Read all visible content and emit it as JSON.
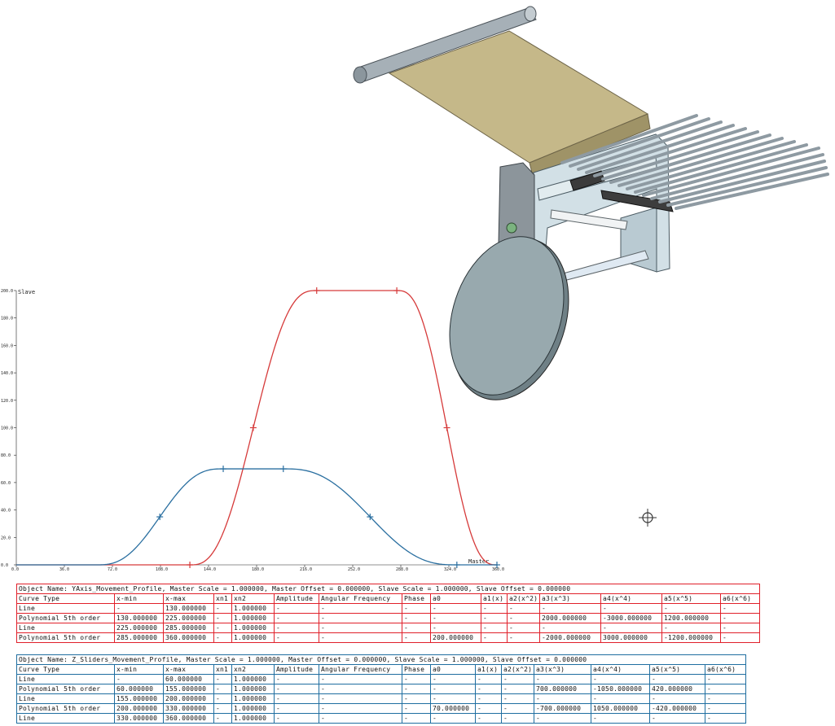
{
  "colors": {
    "red_profile": "#d63a3a",
    "blue_profile": "#2a6fa0",
    "red_table": "#e0202a",
    "blue_table": "#1f6ea0",
    "model_shaft": "#8e9aa2",
    "model_plate": "#c7bb8a"
  },
  "chart_data": {
    "type": "line",
    "ylabel": "Slave",
    "xlabel": "Master",
    "xlim": [
      0,
      360
    ],
    "ylim": [
      0,
      200
    ],
    "x_ticks": [
      "0.0",
      "36.0",
      "72.0",
      "108.0",
      "144.0",
      "180.0",
      "216.0",
      "252.0",
      "288.0",
      "324.0",
      "360.0"
    ],
    "y_ticks": [
      "0.0",
      "20.0",
      "40.0",
      "60.0",
      "80.0",
      "100.0",
      "120.0",
      "140.0",
      "160.0",
      "180.0",
      "200.0"
    ],
    "series": [
      {
        "name": "YAxis_Movement_Profile",
        "color": "#d63a3a",
        "segments": [
          {
            "kind": "line",
            "x0": 0,
            "x1": 130,
            "y0": 0,
            "y1": 0
          },
          {
            "kind": "poly5",
            "x0": 130,
            "x1": 225,
            "y0": 0,
            "y1": 200
          },
          {
            "kind": "line",
            "x0": 225,
            "x1": 285,
            "y0": 200,
            "y1": 200
          },
          {
            "kind": "poly5",
            "x0": 285,
            "x1": 360,
            "y0": 200,
            "y1": 0
          }
        ],
        "markers": [
          [
            130,
            0
          ],
          [
            177.5,
            100
          ],
          [
            225,
            200
          ],
          [
            285,
            200
          ],
          [
            322.5,
            100
          ]
        ]
      },
      {
        "name": "Z_Sliders_Movement_Profile",
        "color": "#2a6fa0",
        "segments": [
          {
            "kind": "line",
            "x0": 0,
            "x1": 60,
            "y0": 0,
            "y1": 0
          },
          {
            "kind": "poly5",
            "x0": 60,
            "x1": 155,
            "y0": 0,
            "y1": 70
          },
          {
            "kind": "line",
            "x0": 155,
            "x1": 200,
            "y0": 70,
            "y1": 70
          },
          {
            "kind": "poly5",
            "x0": 200,
            "x1": 330,
            "y0": 70,
            "y1": 0
          },
          {
            "kind": "line",
            "x0": 330,
            "x1": 360,
            "y0": 0,
            "y1": 0
          }
        ],
        "markers": [
          [
            107.5,
            35
          ],
          [
            155,
            70
          ],
          [
            200,
            70
          ],
          [
            265,
            35
          ],
          [
            330,
            0
          ],
          [
            360,
            0
          ]
        ]
      }
    ]
  },
  "tables": [
    {
      "title": "Object Name: YAxis_Movement_Profile, Master Scale = 1.000000, Master Offset = 0.000000, Slave Scale = 1.000000, Slave Offset = 0.000000",
      "headers": [
        "Curve Type",
        "x-min",
        "x-max",
        "xn1",
        "xn2",
        "Amplitude",
        "Angular Frequency",
        "Phase",
        "a0",
        "a1(x)",
        "a2(x^2)",
        "a3(x^3)",
        "a4(x^4)",
        "a5(x^5)",
        "a6(x^6)"
      ],
      "rows": [
        [
          "Line",
          "-",
          "130.000000",
          "-",
          "1.000000",
          "-",
          "-",
          "-",
          "-",
          "-",
          "-",
          "-",
          "-",
          "-",
          "-"
        ],
        [
          "Polynomial 5th order",
          "130.000000",
          "225.000000",
          "-",
          "1.000000",
          "-",
          "-",
          "-",
          "-",
          "-",
          "-",
          "2000.000000",
          "-3000.000000",
          "1200.000000",
          "-"
        ],
        [
          "Line",
          "225.000000",
          "285.000000",
          "-",
          "1.000000",
          "-",
          "-",
          "-",
          "-",
          "-",
          "-",
          "-",
          "-",
          "-",
          "-"
        ],
        [
          "Polynomial 5th order",
          "285.000000",
          "360.000000",
          "-",
          "1.000000",
          "-",
          "-",
          "-",
          "200.000000",
          "-",
          "-",
          "-2000.000000",
          "3000.000000",
          "-1200.000000",
          "-"
        ]
      ]
    },
    {
      "title": "Object Name: Z_Sliders_Movement_Profile, Master Scale = 1.000000, Master Offset = 0.000000, Slave Scale = 1.000000, Slave Offset = 0.000000",
      "headers": [
        "Curve Type",
        "x-min",
        "x-max",
        "xn1",
        "xn2",
        "Amplitude",
        "Angular Frequency",
        "Phase",
        "a0",
        "a1(x)",
        "a2(x^2)",
        "a3(x^3)",
        "a4(x^4)",
        "a5(x^5)",
        "a6(x^6)"
      ],
      "rows": [
        [
          "Line",
          "-",
          "60.000000",
          "-",
          "1.000000",
          "-",
          "-",
          "-",
          "-",
          "-",
          "-",
          "-",
          "-",
          "-",
          "-"
        ],
        [
          "Polynomial 5th order",
          "60.000000",
          "155.000000",
          "-",
          "1.000000",
          "-",
          "-",
          "-",
          "-",
          "-",
          "-",
          "700.000000",
          "-1050.000000",
          "420.000000",
          "-"
        ],
        [
          "Line",
          "155.000000",
          "200.000000",
          "-",
          "1.000000",
          "-",
          "-",
          "-",
          "-",
          "-",
          "-",
          "-",
          "-",
          "-",
          "-"
        ],
        [
          "Polynomial 5th order",
          "200.000000",
          "330.000000",
          "-",
          "1.000000",
          "-",
          "-",
          "-",
          "70.000000",
          "-",
          "-",
          "-700.000000",
          "1050.000000",
          "-420.000000",
          "-"
        ],
        [
          "Line",
          "330.000000",
          "360.000000",
          "-",
          "1.000000",
          "-",
          "-",
          "-",
          "-",
          "-",
          "-",
          "-",
          "-",
          "-",
          "-"
        ]
      ]
    }
  ]
}
